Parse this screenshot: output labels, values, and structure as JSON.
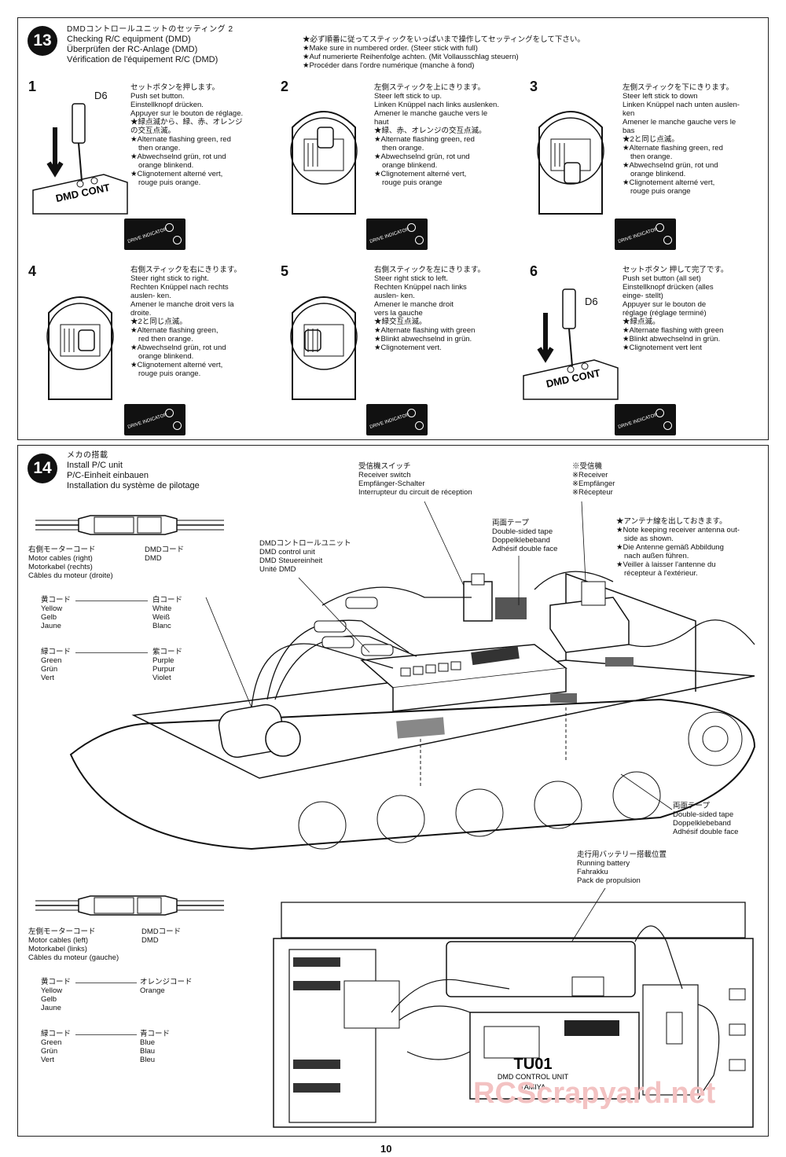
{
  "step13": {
    "number": "13",
    "title_ja": "DMDコントロールユニットのセッティング 2",
    "title_en": "Checking R/C equipment (DMD)",
    "title_de": "Überprüfen der RC-Anlage (DMD)",
    "title_fr": "Vérification de l'équipement R/C (DMD)",
    "note_ja": "★必ず順番に従ってスティックをいっぱいまで操作してセッティングをして下さい。",
    "note_en": "★Make sure in numbered order. (Steer stick with full)",
    "note_de": "★Auf numerierte Reihenfolge achten. (Mit Vollausschlag steuern)",
    "note_fr": "★Procéder dans l'ordre numérique (manche à fond)",
    "indicator_label": "DRIVE INDICATOR",
    "tool_label": "D6",
    "substeps": [
      {
        "n": "1",
        "lines": [
          "セットボタンを押します。",
          "Push set button.",
          "Einstellknopf drücken.",
          "Appuyer sur le bouton de réglage.",
          "★緑点滅から、緑、赤、オレンジ",
          "の交互点滅。",
          "★Alternate flashing green, red",
          "then orange.",
          "★Abwechselnd grün, rot und",
          "orange blinkend.",
          "★Clignotement alterné vert,",
          "rouge puis orange."
        ]
      },
      {
        "n": "2",
        "lines": [
          "左側スティックを上にきります。",
          "Steer left stick to up.",
          "Linken Knüppel nach links auslenken.",
          "Amener le manche gauche vers le",
          "haut",
          "★緑、赤、オレンジの交互点滅。",
          "★Alternate flashing green, red",
          "then orange.",
          "★Abwechselnd grün, rot und",
          "orange blinkend.",
          "★Clignotement alterné vert,",
          "rouge puis orange"
        ]
      },
      {
        "n": "3",
        "lines": [
          "左側スティックを下にきります。",
          "Steer left stick to down",
          "Linken Knüppel nach unten auslen-",
          "ken",
          "Amener le manche gauche vers le bas",
          "★2と同じ点滅。",
          "★Alternate flashing green, red",
          "then orange.",
          "★Abwechselnd grün, rot und",
          "orange blinkend.",
          "★Clignotement alterné vert,",
          "rouge puis orange"
        ]
      },
      {
        "n": "4",
        "lines": [
          "右側スティックを右にきります。",
          "Steer right stick to right.",
          "Rechten Knüppel nach rechts",
          "auslen- ken.",
          "Amener le manche droit vers la droite.",
          "★2と同じ点滅。",
          "★Alternate flashing green,",
          "red then orange.",
          "★Abwechselnd grün, rot und",
          "orange blinkend.",
          "★Clignotement alterné vert,",
          "rouge puis orange."
        ]
      },
      {
        "n": "5",
        "lines": [
          "右側スティックを左にきります。",
          "Steer right stick to left.",
          "Rechten Knüppel nach links",
          "auslen- ken.",
          "Amener le manche droit",
          "vers la gauche",
          "★緑交互点滅。",
          "★Alternate flashing with green",
          "★Blinkt abwechselnd in grün.",
          "★Clignotement vert."
        ]
      },
      {
        "n": "6",
        "lines": [
          "セットボタン 押して完了です。",
          "Push set button (all set)",
          "Einstellknopf drücken (alles",
          "einge- stellt)",
          "Appuyer sur le bouton de",
          "réglage (réglage terminé)",
          "★緑点滅。",
          "★Alternate flashing with green",
          "★Blinkt abwechselnd in grün.",
          "★Clignotement vert lent"
        ]
      }
    ]
  },
  "step14": {
    "number": "14",
    "title_ja": "メカの搭載",
    "title_en": "Install P/C unit",
    "title_de": "P/C-Einheit einbauen",
    "title_fr": "Installation du système de pilotage",
    "right_motor": {
      "cable_ja": "右側モーターコード",
      "cable_en": "Motor cables (right)",
      "cable_de": "Motorkabel (rechts)",
      "cable_fr": "Câbles du moteur (droite)",
      "dmd_ja": "DMDコード",
      "dmd": "DMD",
      "pairs": [
        {
          "l_ja": "黄コード",
          "l": [
            "Yellow",
            "Gelb",
            "Jaune"
          ],
          "r_ja": "白コード",
          "r": [
            "White",
            "Weiß",
            "Blanc"
          ]
        },
        {
          "l_ja": "緑コード",
          "l": [
            "Green",
            "Grün",
            "Vert"
          ],
          "r_ja": "紫コード",
          "r": [
            "Purple",
            "Purpur",
            "Violet"
          ]
        }
      ]
    },
    "left_motor": {
      "cable_ja": "左側モーターコード",
      "cable_en": "Motor cables (left)",
      "cable_de": "Motorkabel (links)",
      "cable_fr": "Câbles du moteur (gauche)",
      "dmd_ja": "DMDコード",
      "dmd": "DMD",
      "pairs": [
        {
          "l_ja": "黄コード",
          "l": [
            "Yellow",
            "Gelb",
            "Jaune"
          ],
          "r_ja": "オレンジコード",
          "r": [
            "Orange"
          ]
        },
        {
          "l_ja": "緑コード",
          "l": [
            "Green",
            "Grün",
            "Vert"
          ],
          "r_ja": "青コード",
          "r": [
            "Blue",
            "Blau",
            "Bleu"
          ]
        }
      ]
    },
    "dmd_unit": [
      "DMDコントロールユニット",
      "DMD control unit",
      "DMD Steuereinheit",
      "Unité DMD"
    ],
    "receiver_switch": [
      "受信機スイッチ",
      "Receiver switch",
      "Empfänger-Schalter",
      "Interrupteur du circuit de réception"
    ],
    "receiver": [
      "※受信機",
      "※Receiver",
      "※Empfänger",
      "※Récepteur"
    ],
    "tape_top": [
      "両面テープ",
      "Double-sided tape",
      "Doppelklebeband",
      "Adhésif double face"
    ],
    "tape_right": [
      "両面テープ",
      "Double-sided tape",
      "Doppelklebeband",
      "Adhésif double face"
    ],
    "antenna": [
      "★アンテナ線を出しておきます。",
      "★Note keeping receiver antenna out-",
      "side as shown.",
      "★Die Antenne gemäß Abbildung",
      "nach außen führen.",
      "★Veiller à laisser l'antenne du",
      "récepteur à l'extérieur."
    ],
    "battery": [
      "走行用バッテリー搭載位置",
      "Running battery",
      "Fahrakku",
      "Pack de propulsion"
    ],
    "unit_print": [
      "DMD CONTROL UNIT",
      "TU01",
      "TAMIYA"
    ]
  },
  "page_number": "10",
  "watermark": "RCScrapyard.net"
}
